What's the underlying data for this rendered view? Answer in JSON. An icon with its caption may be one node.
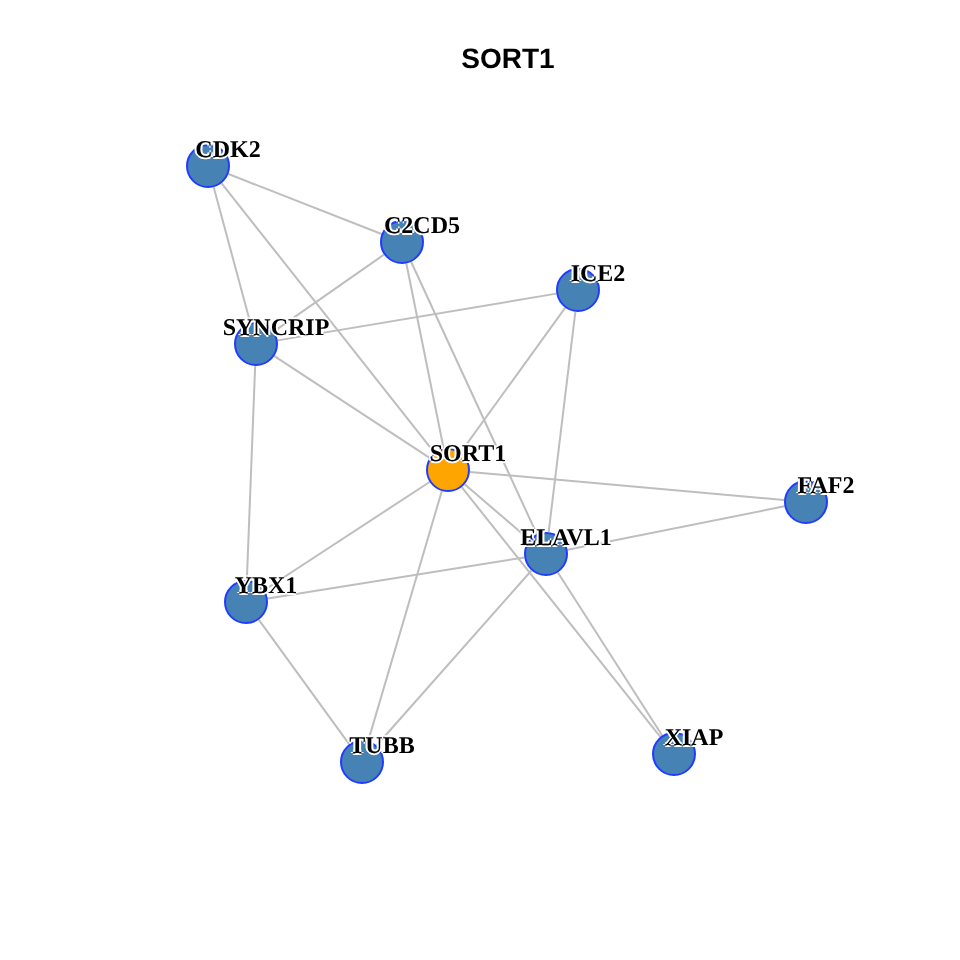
{
  "diagram": {
    "title": "SORT1",
    "nodes": [
      {
        "text": [
          "CDK2"
        ]
      },
      {
        "text": [
          "C2CD5"
        ]
      },
      {
        "text": [
          "ICE2"
        ]
      },
      {
        "text": [
          "SYNCRIP"
        ]
      },
      {
        "text": [
          "SORT1"
        ]
      },
      {
        "text": [
          "FAF2"
        ]
      },
      {
        "text": [
          "ELAVL1"
        ]
      },
      {
        "text": [
          "YBX1"
        ]
      },
      {
        "text": [
          "TUBB"
        ]
      },
      {
        "text": [
          "XIAP"
        ]
      }
    ],
    "edges": [
      {
        "from": 0,
        "to": 1,
        "arrow": "none"
      },
      {
        "from": 0,
        "to": 3,
        "arrow": "none"
      },
      {
        "from": 0,
        "to": 4,
        "arrow": "none"
      },
      {
        "from": 1,
        "to": 3,
        "arrow": "none"
      },
      {
        "from": 1,
        "to": 4,
        "arrow": "none"
      },
      {
        "from": 1,
        "to": 6,
        "arrow": "none"
      },
      {
        "from": 2,
        "to": 3,
        "arrow": "none"
      },
      {
        "from": 2,
        "to": 4,
        "arrow": "none"
      },
      {
        "from": 2,
        "to": 6,
        "arrow": "none"
      },
      {
        "from": 3,
        "to": 4,
        "arrow": "none"
      },
      {
        "from": 3,
        "to": 7,
        "arrow": "none"
      },
      {
        "from": 4,
        "to": 5,
        "arrow": "none"
      },
      {
        "from": 4,
        "to": 6,
        "arrow": "none"
      },
      {
        "from": 4,
        "to": 9,
        "arrow": "none"
      },
      {
        "from": 4,
        "to": 7,
        "arrow": "none"
      },
      {
        "from": 4,
        "to": 8,
        "arrow": "none"
      },
      {
        "from": 5,
        "to": 6,
        "arrow": "none"
      },
      {
        "from": 6,
        "to": 7,
        "arrow": "none"
      },
      {
        "from": 6,
        "to": 8,
        "arrow": "none"
      },
      {
        "from": 6,
        "to": 9,
        "arrow": "none"
      },
      {
        "from": 7,
        "to": 8,
        "arrow": "none"
      }
    ]
  }
}
